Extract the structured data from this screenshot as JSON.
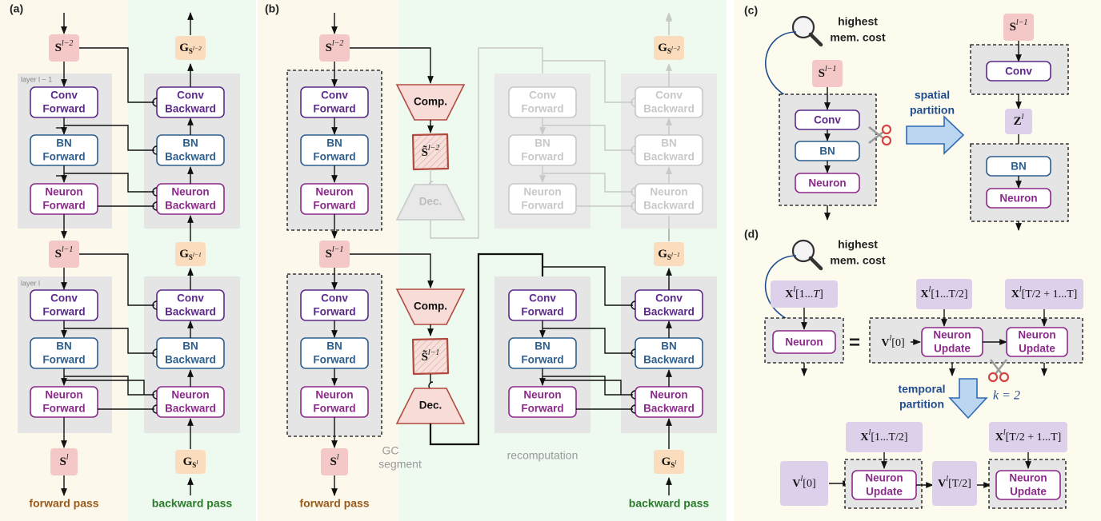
{
  "panels": {
    "a": {
      "label": "(a)",
      "layer1": "layer l − 1",
      "layer2": "layer l",
      "forward_pass": "forward pass",
      "backward_pass": "backward pass"
    },
    "b": {
      "label": "(b)",
      "gc1": "GC",
      "gc2": "segment",
      "recomputation": "recomputation",
      "forward_pass": "forward pass",
      "backward_pass": "backward pass",
      "comp": "Comp.",
      "dec": "Dec."
    },
    "c": {
      "label": "(c)",
      "cost1": "highest",
      "cost2": "mem. cost",
      "arrow1": "spatial",
      "arrow2": "partition"
    },
    "d": {
      "label": "(d)",
      "cost1": "highest",
      "cost2": "mem. cost",
      "arrow1": "temporal",
      "arrow2": "partition",
      "equals": "=",
      "k": "k = 2"
    }
  },
  "nodes": {
    "conv_fwd": [
      "Conv",
      "Forward"
    ],
    "bn_fwd": [
      "BN",
      "Forward"
    ],
    "neuron_fwd": [
      "Neuron",
      "Forward"
    ],
    "conv_bwd": [
      "Conv",
      "Backward"
    ],
    "bn_bwd": [
      "BN",
      "Backward"
    ],
    "neuron_bwd": [
      "Neuron",
      "Backward"
    ],
    "conv": "Conv",
    "bn": "BN",
    "neuron": "Neuron",
    "neuron_update": [
      "Neuron",
      "Update"
    ]
  },
  "colors": {
    "bg_left": "#fdf8ec",
    "bg_right": "#eef9ef",
    "bg_c": "#fdfaee",
    "gray": "#e5e5e5",
    "purple": "#5c2a8a",
    "blue": "#2d5f8f",
    "neuron": "#8b2a8a",
    "pink": "#f5c8c8",
    "orange": "#fbdcbd",
    "lavender": "#ddd0ea",
    "fwd_text": "#9a5a18",
    "bwd_text": "#2a7a2a",
    "faded": "#c8c8c8"
  }
}
